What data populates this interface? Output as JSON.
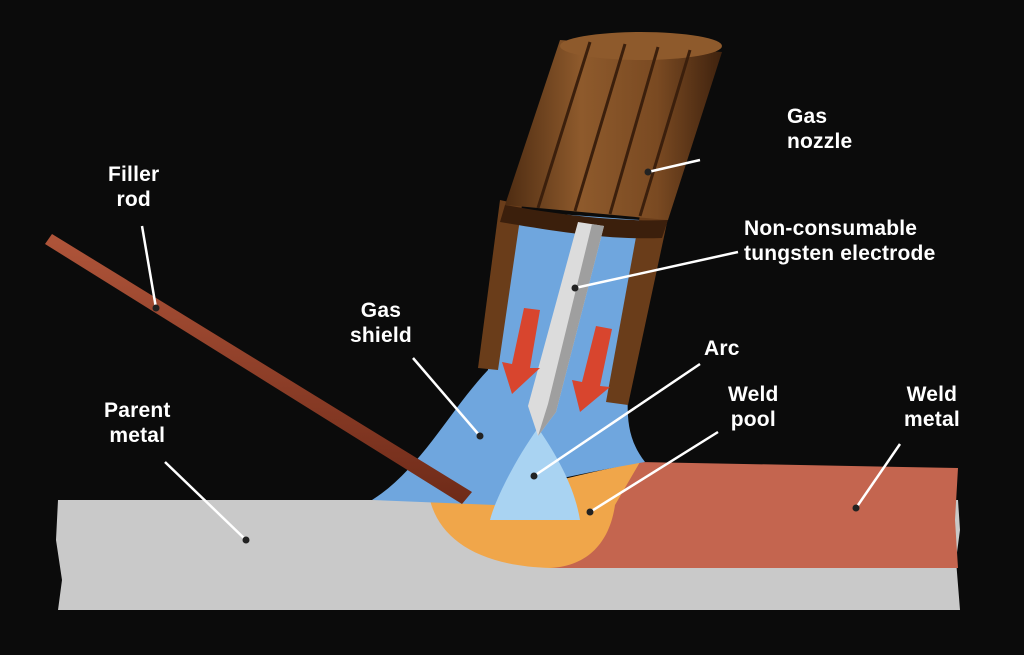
{
  "colors": {
    "background": "#0b0b0b",
    "parent_metal": "#c9c9c9",
    "weld_metal": "#c4654f",
    "weld_pool": "#f0a64a",
    "gas_shield": "#6fa6de",
    "arc": "#a9d3f2",
    "nozzle": "#7a4a24",
    "electrode": "#dcdcdc",
    "filler_rod": "#8a3a26",
    "flow_arrows": "#d8452e",
    "text": "#ffffff"
  },
  "labels": {
    "gas_nozzle": [
      "Gas",
      "nozzle"
    ],
    "electrode": [
      "Non-consumable",
      "tungsten electrode"
    ],
    "filler_rod": [
      "Filler",
      "rod"
    ],
    "gas_shield": [
      "Gas",
      "shield"
    ],
    "arc": "Arc",
    "weld_pool": [
      "Weld",
      "pool"
    ],
    "weld_metal": [
      "Weld",
      "metal"
    ],
    "parent_metal": [
      "Parent",
      "metal"
    ]
  }
}
